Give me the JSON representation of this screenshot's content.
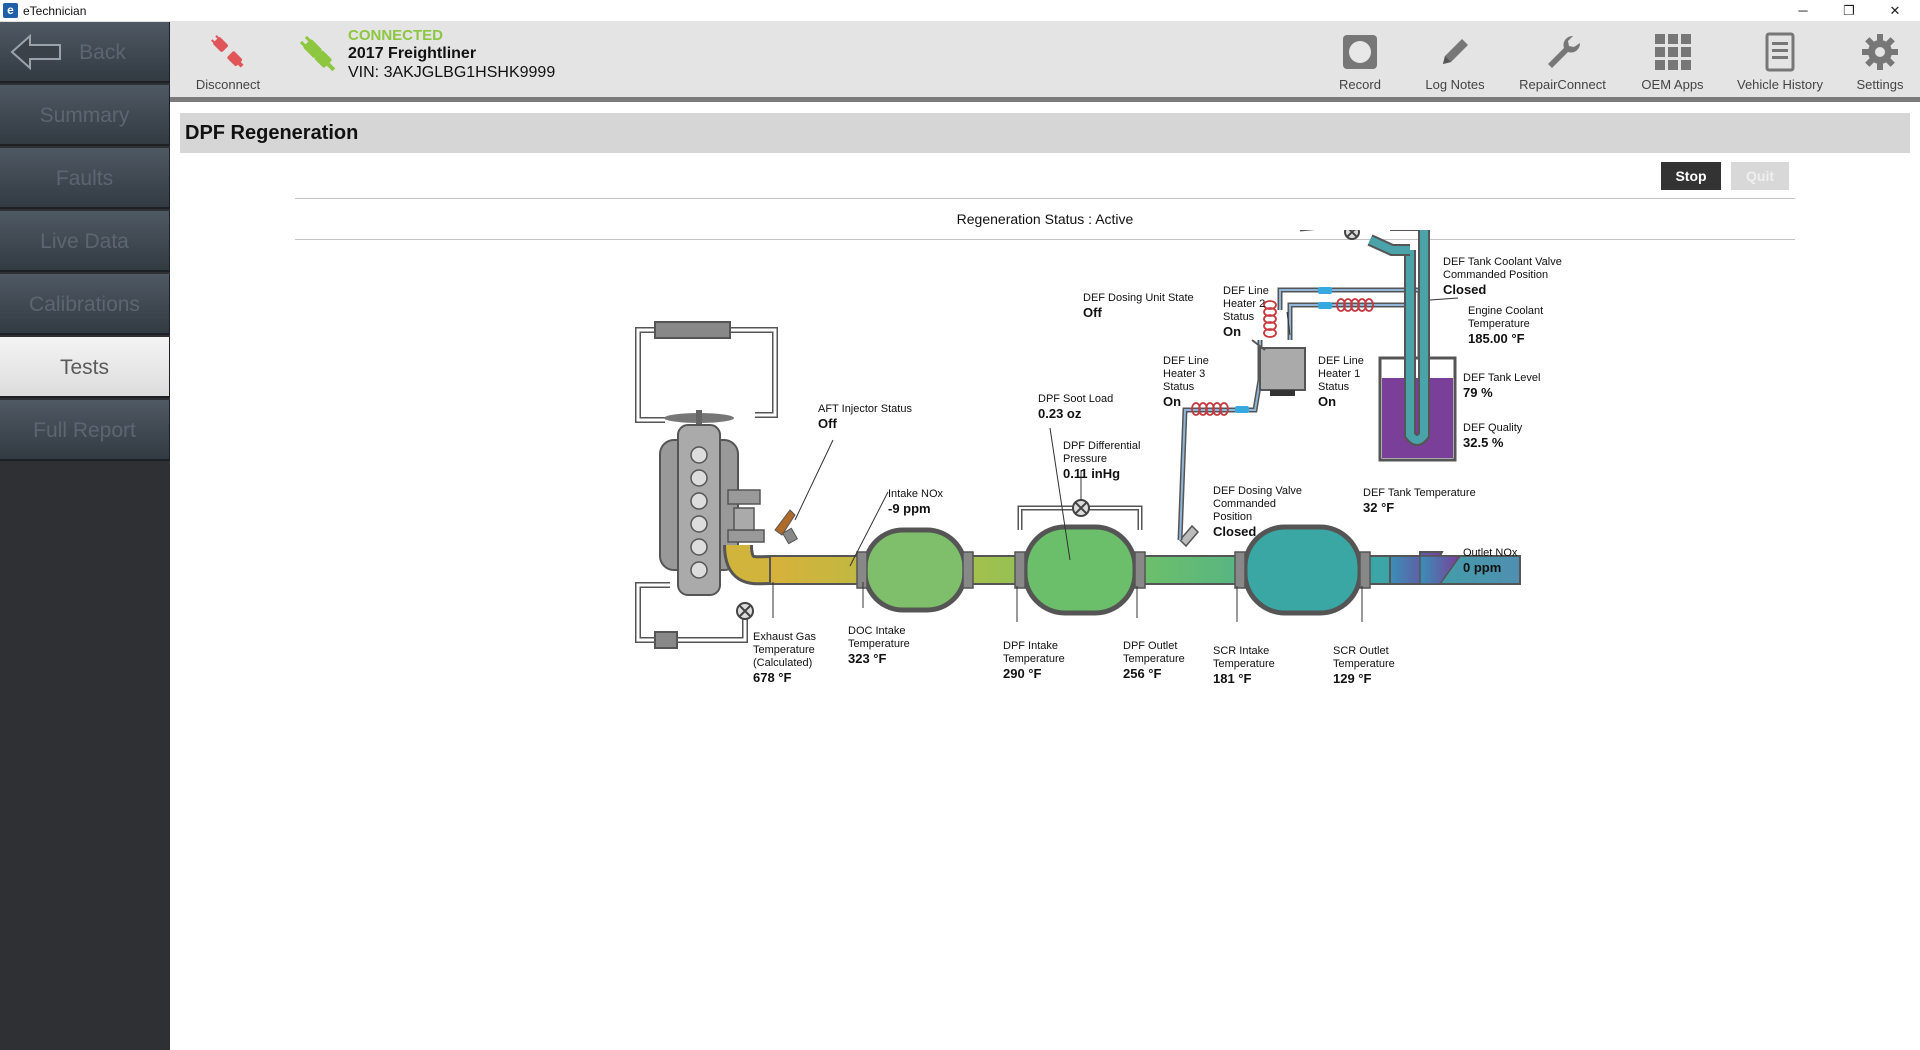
{
  "window": {
    "title": "eTechnician",
    "logo_letter": "e",
    "controls": {
      "minimize": "─",
      "restore": "❐",
      "close": "✕"
    }
  },
  "sidebar": {
    "back_label": "Back",
    "items": [
      {
        "label": "Summary"
      },
      {
        "label": "Faults"
      },
      {
        "label": "Live Data"
      },
      {
        "label": "Calibrations"
      },
      {
        "label": "Tests"
      },
      {
        "label": "Full Report"
      }
    ],
    "active_item": "Tests"
  },
  "toolbar": {
    "disconnect_label": "Disconnect",
    "connection_status": "CONNECTED",
    "vehicle": "2017 Freightliner",
    "vin": "VIN: 3AKJGLBG1HSHK9999",
    "buttons": {
      "record": "Record",
      "log_notes": "Log Notes",
      "repair_connect": "RepairConnect",
      "oem_apps": "OEM Apps",
      "vehicle_history": "Vehicle History",
      "settings": "Settings"
    }
  },
  "page": {
    "title": "DPF Regeneration",
    "stop_label": "Stop",
    "quit_label": "Quit",
    "regeneration_status": "Regeneration Status : Active"
  },
  "diagram": {
    "aft_injector": {
      "label": "AFT Injector Status",
      "value": "Off"
    },
    "intake_nox": {
      "label": "Intake NOx",
      "value": "-9 ppm"
    },
    "exhaust_gas_temp": {
      "label": "Exhaust Gas\nTemperature\n(Calculated)",
      "value": "678 °F"
    },
    "doc_intake_temp": {
      "label": "DOC Intake\nTemperature",
      "value": "323 °F"
    },
    "dpf_soot_load": {
      "label": "DPF Soot Load",
      "value": "0.23 oz"
    },
    "dpf_diff_pressure": {
      "label": "DPF Differential\nPressure",
      "value": "0.11 inHg"
    },
    "dpf_intake_temp": {
      "label": "DPF Intake\nTemperature",
      "value": "290 °F"
    },
    "dpf_outlet_temp": {
      "label": "DPF Outlet\nTemperature",
      "value": "256 °F"
    },
    "def_dosing_unit_state": {
      "label": "DEF Dosing Unit State",
      "value": "Off"
    },
    "def_line_heater_2": {
      "label": "DEF Line\nHeater 2\nStatus",
      "value": "On"
    },
    "def_line_heater_3": {
      "label": "DEF Line\nHeater 3\nStatus",
      "value": "On"
    },
    "def_line_heater_1": {
      "label": "DEF Line\nHeater 1\nStatus",
      "value": "On"
    },
    "def_dosing_valve": {
      "label": "DEF Dosing Valve\nCommanded\nPosition",
      "value": "Closed"
    },
    "scr_intake_temp": {
      "label": "SCR Intake\nTemperature",
      "value": "181 °F"
    },
    "scr_outlet_temp": {
      "label": "SCR Outlet\nTemperature",
      "value": "129 °F"
    },
    "outlet_nox": {
      "label": "Outlet NOx",
      "value": "0 ppm"
    },
    "def_tank_coolant_valve": {
      "label": "DEF Tank Coolant Valve\nCommanded Position",
      "value": "Closed"
    },
    "engine_coolant_temp": {
      "label": "Engine Coolant\nTemperature",
      "value": "185.00 °F"
    },
    "def_tank_level": {
      "label": "DEF Tank Level",
      "value": "79 %"
    },
    "def_quality": {
      "label": "DEF Quality",
      "value": "32.5 %"
    },
    "def_tank_temp": {
      "label": "DEF Tank Temperature",
      "value": "32 °F"
    }
  },
  "colors": {
    "connected_green": "#8dc63f",
    "disconnect_red": "#e0555a",
    "sidebar_bg": "#2f3033",
    "def_fluid": "#7a3f98",
    "coolant_teal": "#4aa3a8"
  }
}
